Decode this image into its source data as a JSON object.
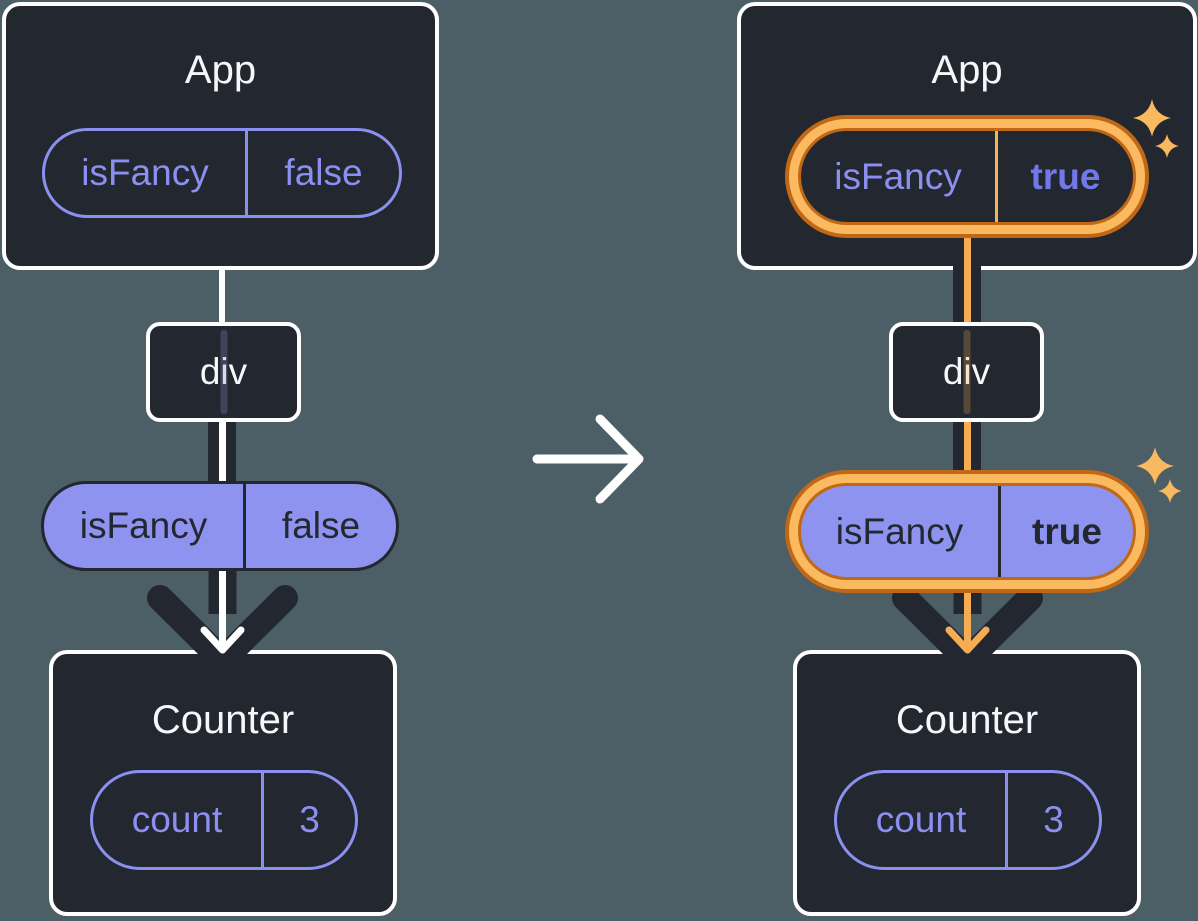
{
  "colors": {
    "background": "#4C5F67",
    "card": "#23272F",
    "card_border": "#FFFFFF",
    "purple_text": "#8B90F0",
    "purple_fill": "#8E93F0",
    "dark_text": "#23272F",
    "highlight_line": "#F6AC53",
    "highlight_ring_light": "#FBBA60",
    "highlight_ring_dark": "#C06815",
    "sparkle": "#F9B95E"
  },
  "icons": {
    "transition_arrow": "arrow-right",
    "state_flow_arrow": "arrow-down",
    "sparkles": "sparkle-stars"
  },
  "left_tree": {
    "app": {
      "title": "App",
      "state_key": "isFancy",
      "state_value": "false"
    },
    "dom_node": {
      "label": "div"
    },
    "prop": {
      "key": "isFancy",
      "value": "false"
    },
    "counter": {
      "title": "Counter",
      "state_key": "count",
      "state_value": "3"
    }
  },
  "right_tree": {
    "app": {
      "title": "App",
      "state_key": "isFancy",
      "state_value": "true"
    },
    "dom_node": {
      "label": "div"
    },
    "prop": {
      "key": "isFancy",
      "value": "true"
    },
    "counter": {
      "title": "Counter",
      "state_key": "count",
      "state_value": "3"
    }
  }
}
